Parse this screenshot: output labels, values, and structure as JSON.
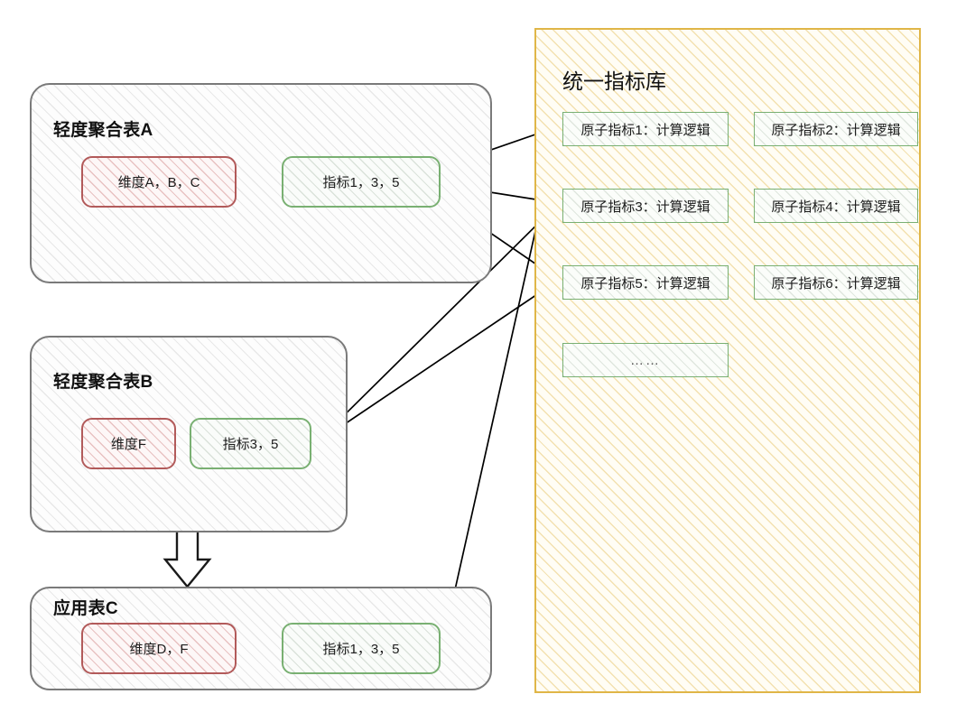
{
  "diagram": {
    "tables": [
      {
        "id": "table-a",
        "title": "轻度聚合表A",
        "dimension": "维度A，B，C",
        "metric": "指标1，3，5"
      },
      {
        "id": "table-b",
        "title": "轻度聚合表B",
        "dimension": "维度F",
        "metric": "指标3，5"
      },
      {
        "id": "table-c",
        "title": "应用表C",
        "dimension": "维度D，F",
        "metric": "指标1，3，5"
      }
    ],
    "library": {
      "title": "统一指标库",
      "atoms": [
        "原子指标1：计算逻辑",
        "原子指标2：计算逻辑",
        "原子指标3：计算逻辑",
        "原子指标4：计算逻辑",
        "原子指标5：计算逻辑",
        "原子指标6：计算逻辑",
        "……"
      ]
    },
    "colors": {
      "dimension_border": "#b25a5a",
      "metric_border": "#79b072",
      "library_border": "#e0b648",
      "table_border": "#7a7a7a",
      "connector": "#000000"
    }
  }
}
